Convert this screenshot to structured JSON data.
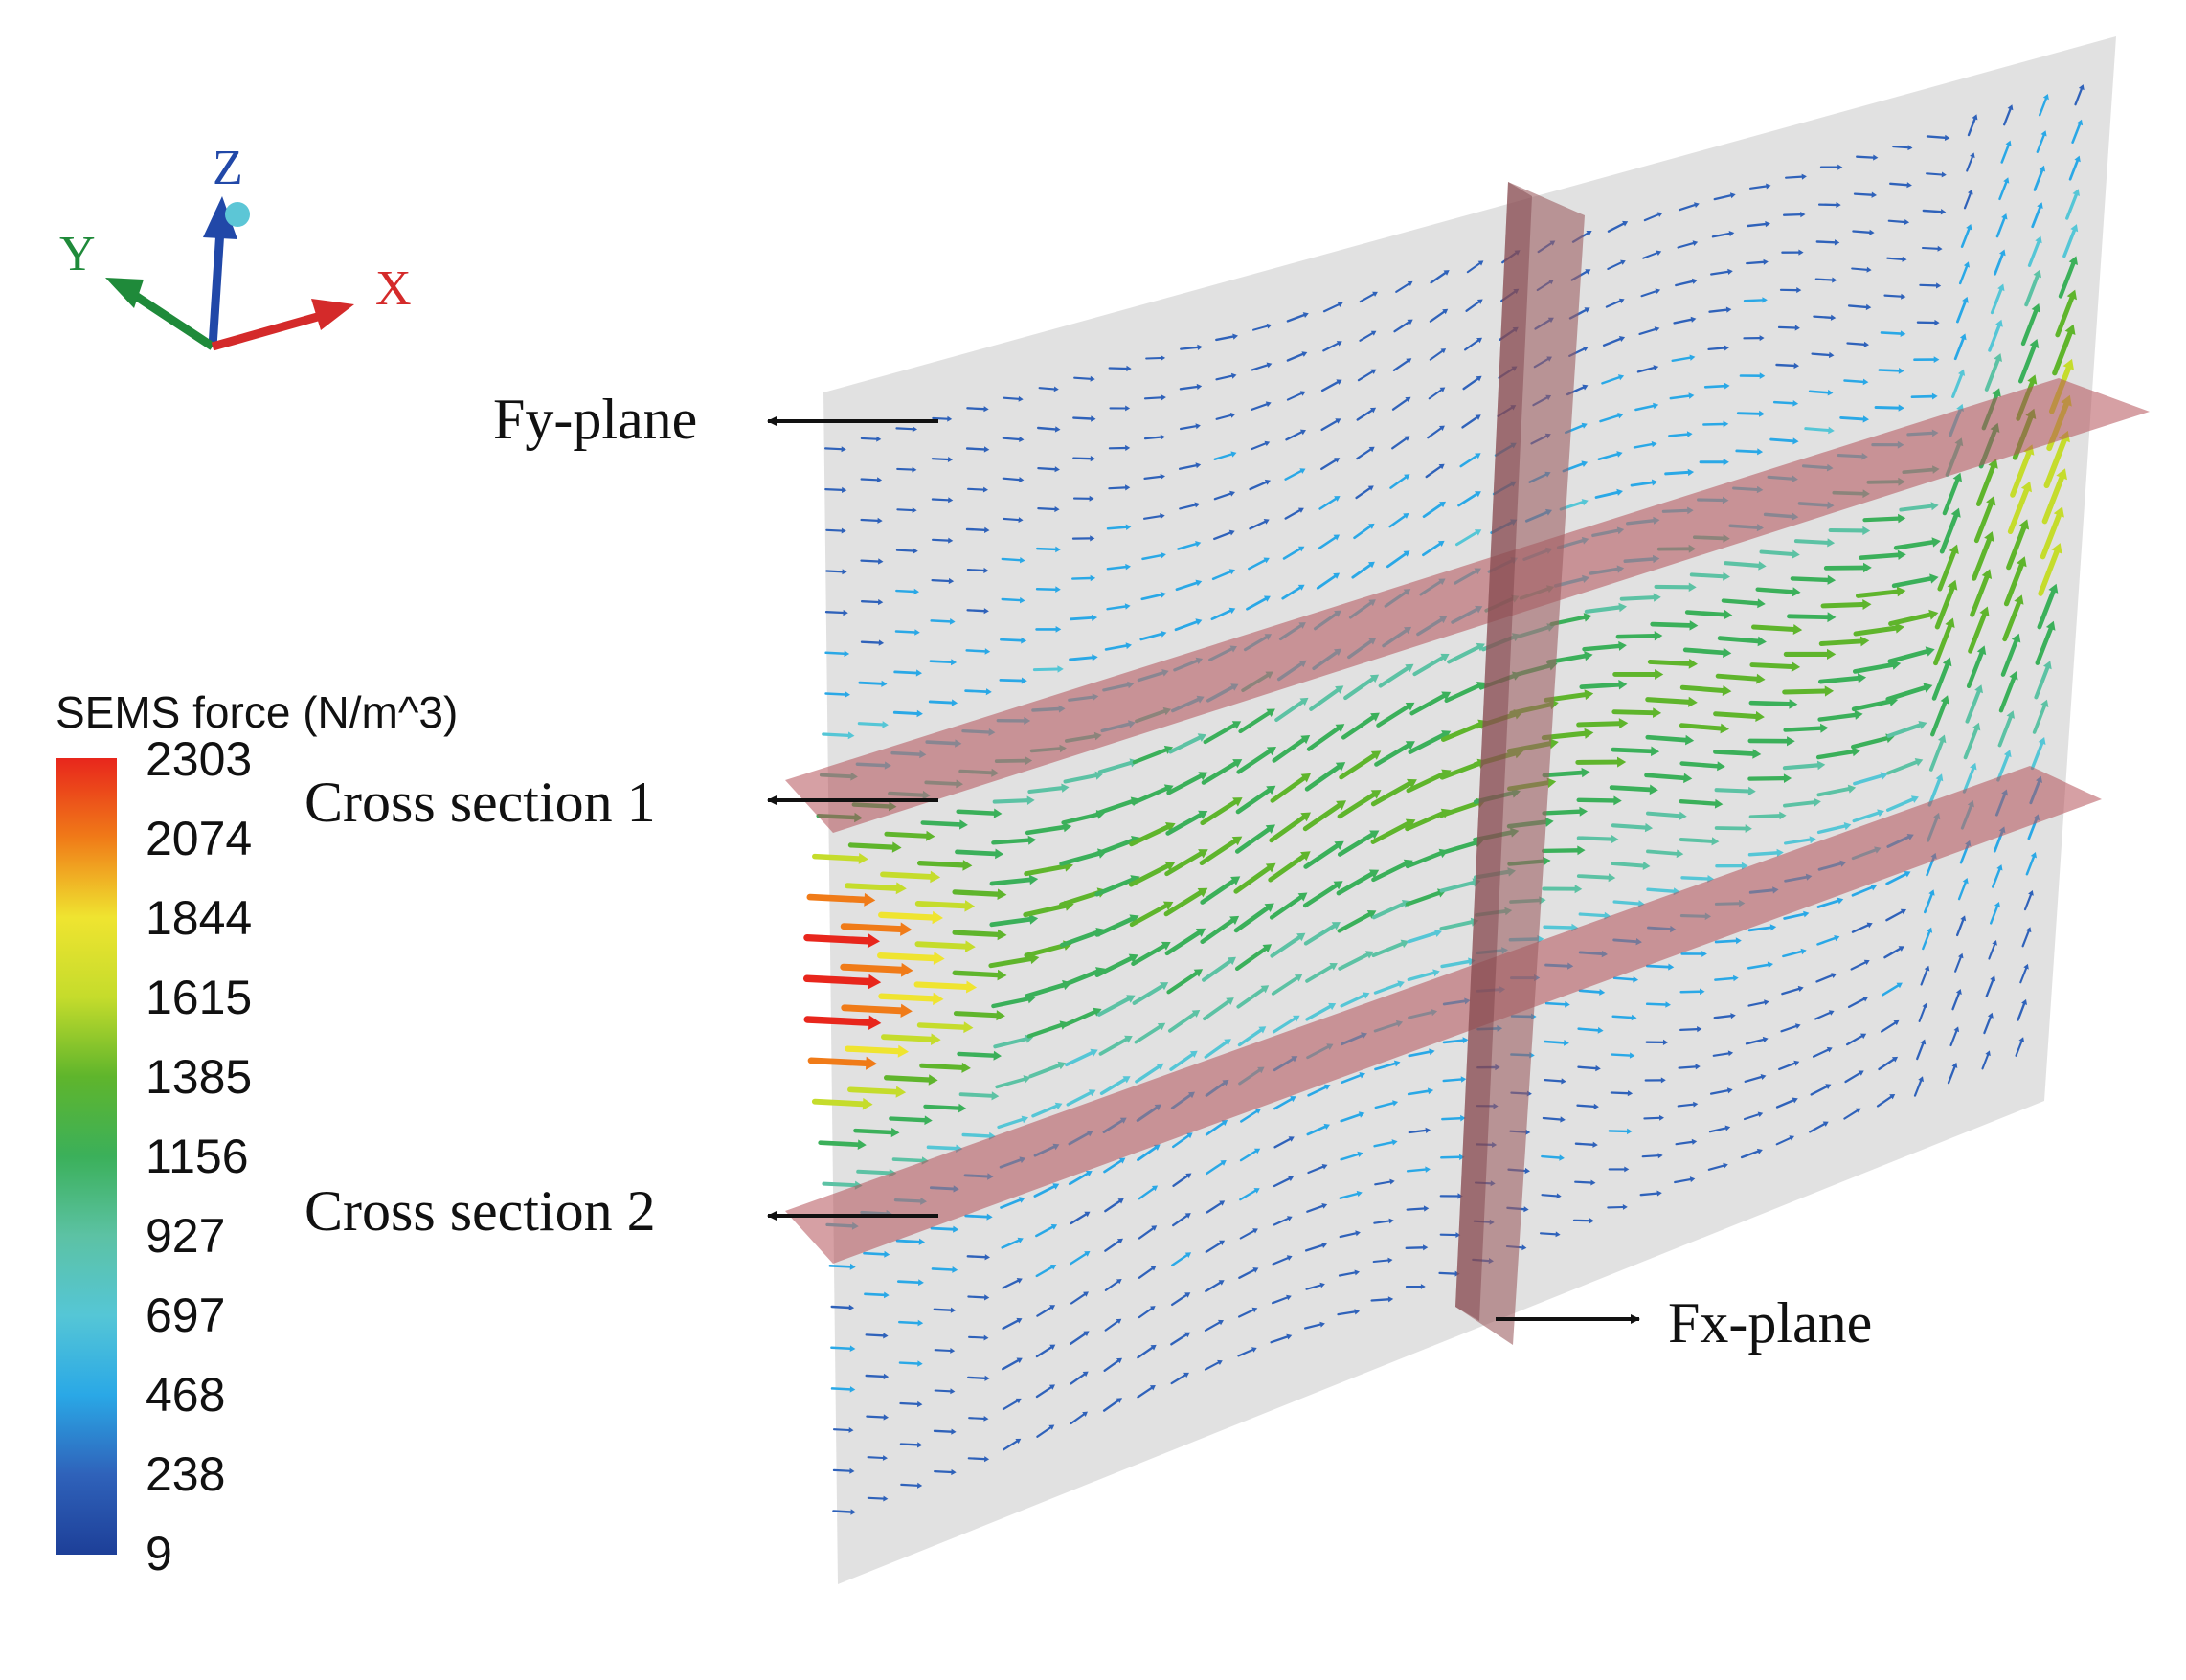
{
  "axes_triad": {
    "z": {
      "label": "Z",
      "color": "#2148a8"
    },
    "y": {
      "label": "Y",
      "color": "#1f8a3a"
    },
    "x": {
      "label": "X",
      "color": "#d42a2a"
    }
  },
  "callouts": {
    "fy_plane": "Fy-plane",
    "cross_section_1": "Cross section 1",
    "cross_section_2": "Cross section 2",
    "fx_plane": "Fx-plane"
  },
  "colorbar": {
    "title": "SEMS force (N/m^3)",
    "ticks": [
      "2303",
      "2074",
      "1844",
      "1615",
      "1385",
      "1156",
      "927",
      "697",
      "468",
      "238",
      "9"
    ],
    "min": 9,
    "max": 2303,
    "colors": [
      "#e8261c",
      "#f07b18",
      "#efe430",
      "#c5dc2c",
      "#5fb52c",
      "#3bb05a",
      "#5cc2a4",
      "#55c6d6",
      "#2aa8e6",
      "#2f62ba",
      "#1d3f98"
    ]
  },
  "colors": {
    "plane_fill": "#dcdcdc",
    "section_fill": "#b5525a"
  }
}
